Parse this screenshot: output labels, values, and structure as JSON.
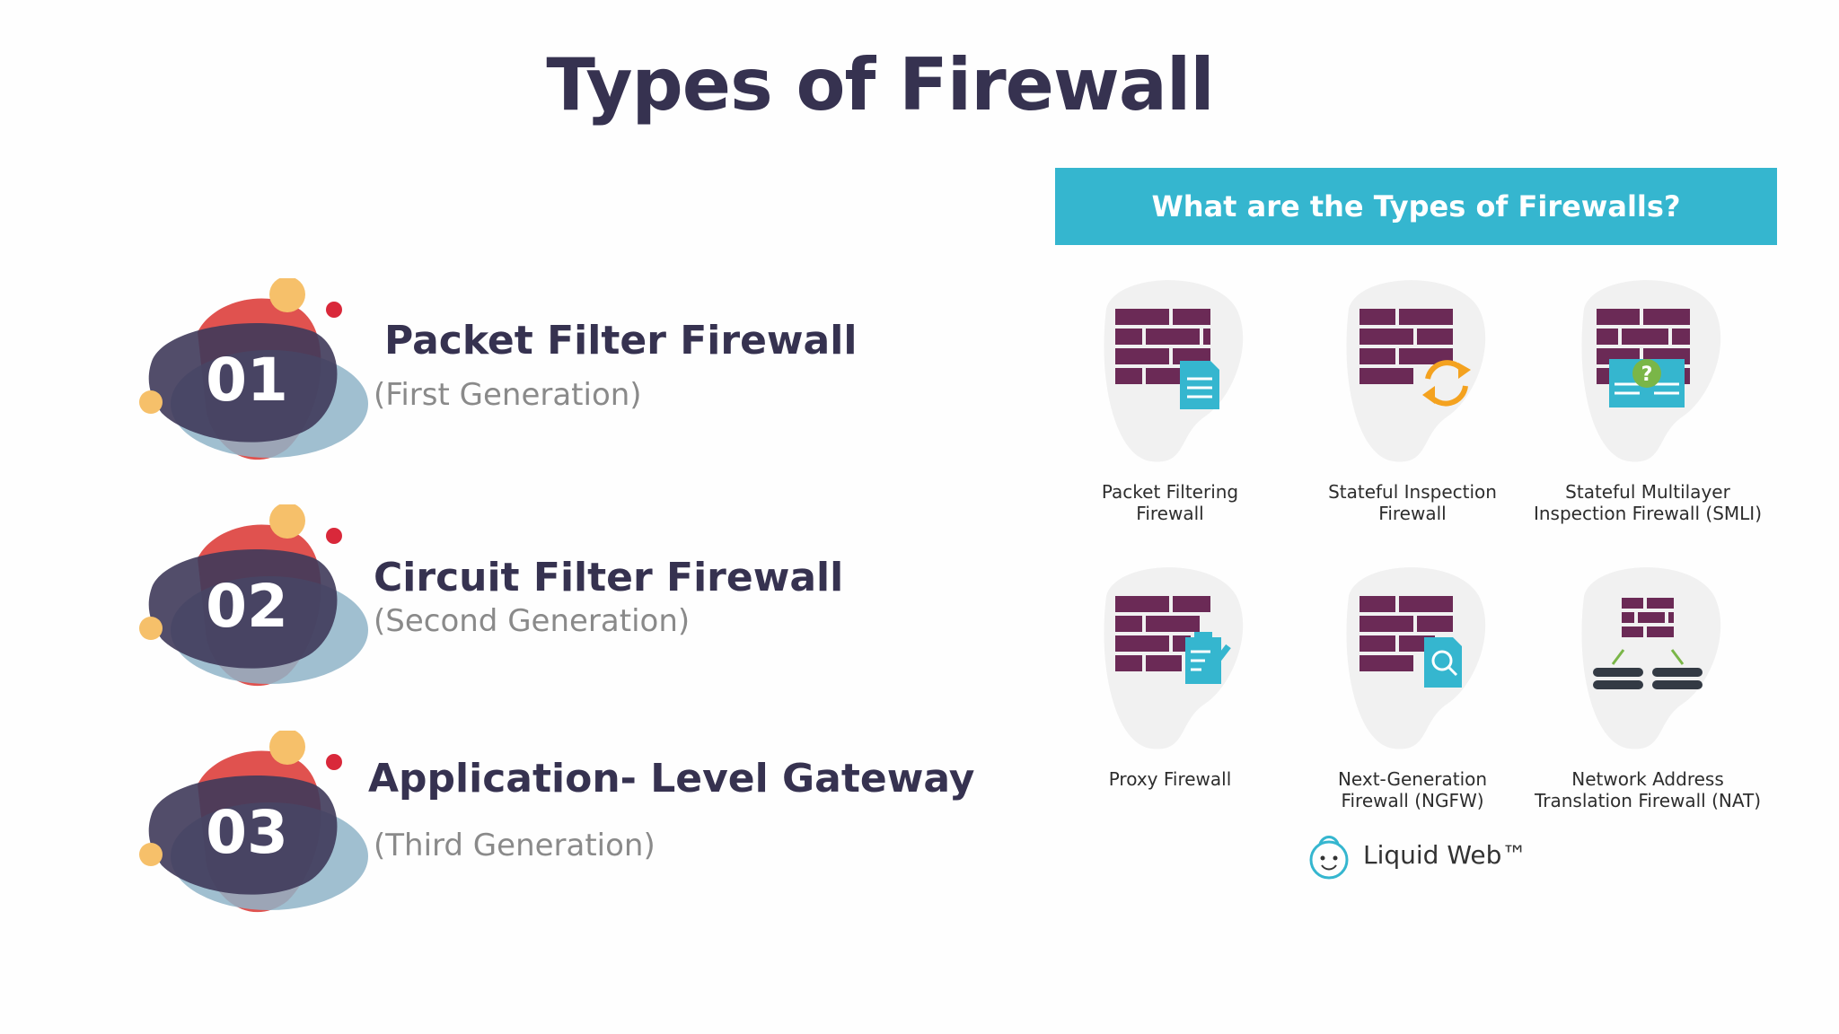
{
  "title": "Types of Firewall",
  "items": [
    {
      "number": "01",
      "title": "Packet Filter Firewall",
      "subtitle": "(First Generation)"
    },
    {
      "number": "02",
      "title": "Circuit Filter Firewall",
      "subtitle": "(Second Generation)"
    },
    {
      "number": "03",
      "title": "Application- Level Gateway",
      "subtitle": "(Third Generation)"
    }
  ],
  "infographic": {
    "header": "What are the Types of Firewalls?",
    "types": [
      {
        "lines": [
          "Packet Filtering",
          "Firewall"
        ],
        "icon": "brick-wall-document-icon"
      },
      {
        "lines": [
          "Stateful Inspection",
          "Firewall"
        ],
        "icon": "brick-wall-refresh-icon"
      },
      {
        "lines": [
          "Stateful Multilayer",
          "Inspection Firewall (SMLI)"
        ],
        "icon": "brick-wall-question-icon"
      },
      {
        "lines": [
          "Proxy Firewall"
        ],
        "icon": "brick-wall-clipboard-icon"
      },
      {
        "lines": [
          "Next-Generation",
          "Firewall (NGFW)"
        ],
        "icon": "brick-wall-search-icon"
      },
      {
        "lines": [
          "Network Address",
          "Translation Firewall (NAT)"
        ],
        "icon": "brick-wall-servers-icon"
      }
    ],
    "brand": "Liquid Web™"
  },
  "colors": {
    "title": "#363250",
    "header_bg": "#35b6cf",
    "brick": "#6b2a56",
    "accent_blue": "#35b6cf",
    "accent_orange": "#f4a21f",
    "accent_green": "#7ab648",
    "blob_dark": "#3f3a5a",
    "blob_red": "#e0524f",
    "blob_blue": "#8fb4c8",
    "blob_yellow": "#f6c06a"
  }
}
